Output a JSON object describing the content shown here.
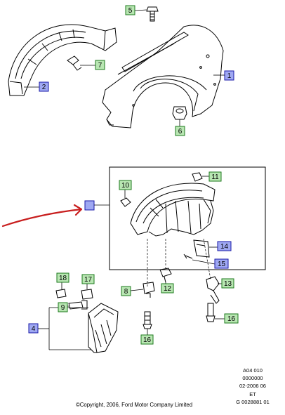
{
  "callouts": {
    "c1": "1",
    "c2": "2",
    "c4": "4",
    "c5": "5",
    "c6": "6",
    "c7": "7",
    "c8": "8",
    "c9": "9",
    "c10": "10",
    "c11": "11",
    "c12": "12",
    "c13": "13",
    "c14": "14",
    "c15": "15",
    "c16": "16",
    "c17": "17",
    "c18": "18",
    "c_unlabeled": ""
  },
  "colors": {
    "callout_blue_fill": "#9fa8f2",
    "callout_blue_border": "#1a1aa8",
    "callout_green_fill": "#b8e6b2",
    "callout_green_border": "#1e7a1e",
    "annotation_arrow": "#c81e1e",
    "line_art": "#000000"
  },
  "reference": {
    "line1": "A04 010",
    "line2": "0000000",
    "line3": "02-2006 06",
    "line4": "ET",
    "line5": "G 0028881 01"
  },
  "copyright": "©Copyright, 2006, Ford Motor Company Limited"
}
